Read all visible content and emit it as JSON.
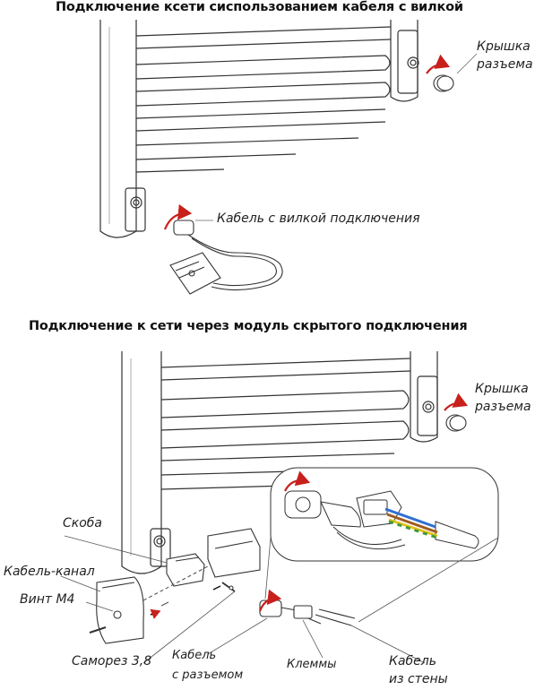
{
  "titles": {
    "top": "Подключение ксети сиспользованием кабеля с вилкой",
    "bottom": "Подключение к сети через модуль скрытого подключения"
  },
  "labels": {
    "cap_top_1": "Крышка",
    "cap_top_2": "разъема",
    "plug_cable": "Кабель с вилкой подключения",
    "cap_bottom_1": "Крышка",
    "cap_bottom_2": "разъема",
    "bracket": "Скоба",
    "cable_channel": "Кабель-канал",
    "screw": "Винт М4",
    "self_tapping": "Саморез 3,8",
    "cable_conn_1": "Кабель",
    "cable_conn_2": "с разъемом",
    "terminals": "Клеммы",
    "wall_cable_1": "Кабель",
    "wall_cable_2": "из стены"
  },
  "colors": {
    "line": "#333333",
    "arrow": "#c8201c",
    "blue_wire": "#2f6fd1",
    "brown_wire": "#a05a1e",
    "yellow_wire": "#e3c21a",
    "green_wire": "#3c9a3a"
  }
}
